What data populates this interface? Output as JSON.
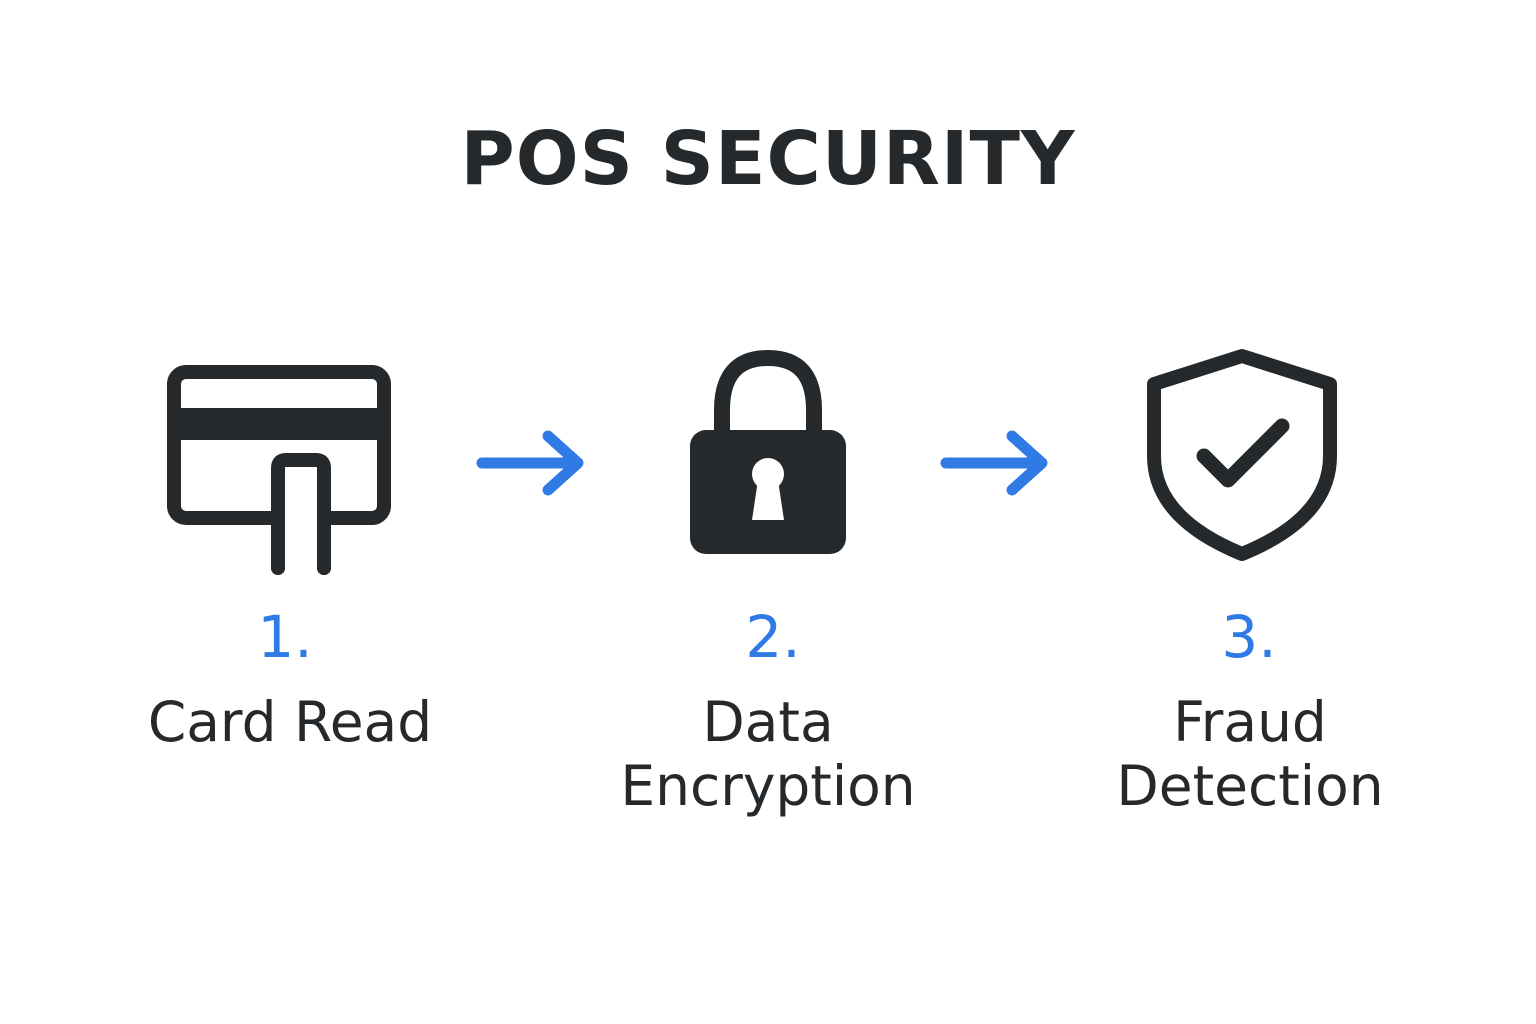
{
  "title": "POS SECURITY",
  "colors": {
    "text": "#25292c",
    "accent": "#2f7ae5",
    "background": "#ffffff"
  },
  "steps": [
    {
      "number": "1.",
      "label_lines": [
        "Card Read"
      ],
      "icon": "credit-card-insert-icon"
    },
    {
      "number": "2.",
      "label_lines": [
        "Data",
        "Encryption"
      ],
      "icon": "padlock-icon"
    },
    {
      "number": "3.",
      "label_lines": [
        "Fraud",
        "Detection"
      ],
      "icon": "shield-check-icon"
    }
  ],
  "connectors": [
    {
      "from": "1.",
      "to": "2.",
      "icon": "arrow-right-icon"
    },
    {
      "from": "2.",
      "to": "3.",
      "icon": "arrow-right-icon"
    }
  ]
}
